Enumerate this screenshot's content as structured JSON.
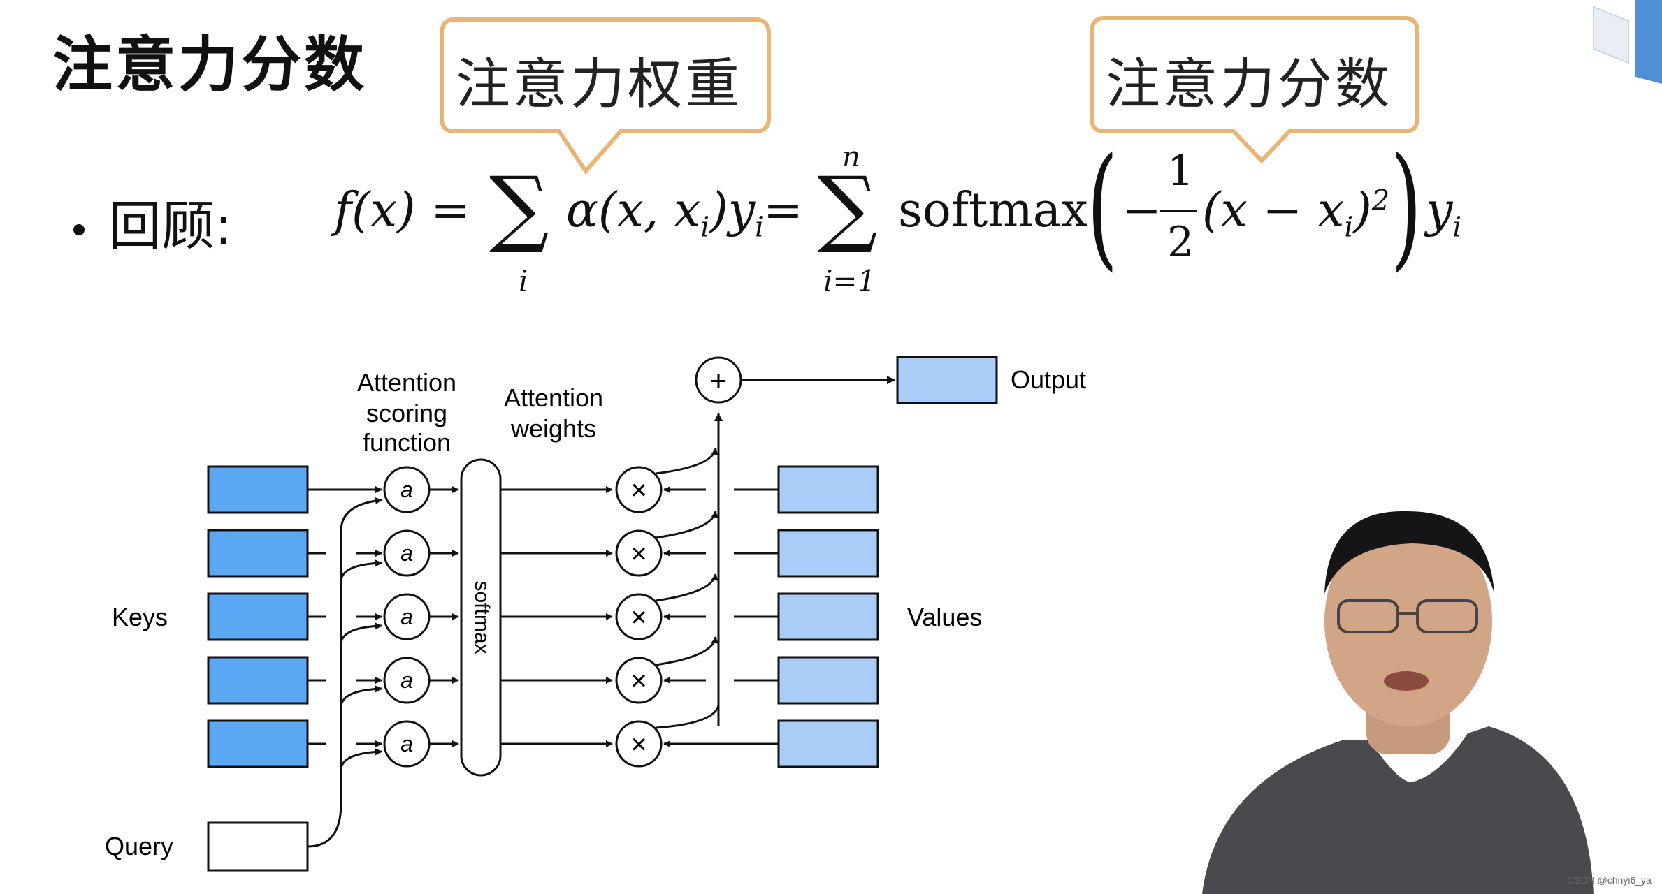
{
  "slide": {
    "title": "注意力分数",
    "bullet": "回顾:"
  },
  "callouts": {
    "left": "注意力权重",
    "right": "注意力分数"
  },
  "formula": {
    "lhs": "f(x) =",
    "sum1_sub": "i",
    "term1": "α(x, x",
    "term1_sub": "i",
    "term1_tail": ")y",
    "term1_tail_sub": "i",
    "eq2": "=",
    "sum2_sup": "n",
    "sum2_sub": "i=1",
    "softmax": "softmax",
    "minus": "−",
    "frac_num": "1",
    "frac_den": "2",
    "inner": "(x − x",
    "inner_sub": "i",
    "inner_close": ")",
    "inner_sup": "2",
    "tail": "y",
    "tail_sub": "i"
  },
  "diagram": {
    "labels": {
      "scoring": [
        "Attention",
        "scoring",
        "function"
      ],
      "weights": [
        "Attention",
        "weights"
      ],
      "output": "Output",
      "keys": "Keys",
      "values": "Values",
      "query": "Query",
      "softmax": "softmax",
      "score_node": "a",
      "plus": "+",
      "times": "×"
    },
    "colors": {
      "key_fill": "#5aa7f2",
      "value_fill": "#a9cdf7",
      "output_fill": "#a9cdf7",
      "callout_border": "#e8b574"
    },
    "rows": 5
  },
  "watermark": "CSDN @chnyi6_ya"
}
